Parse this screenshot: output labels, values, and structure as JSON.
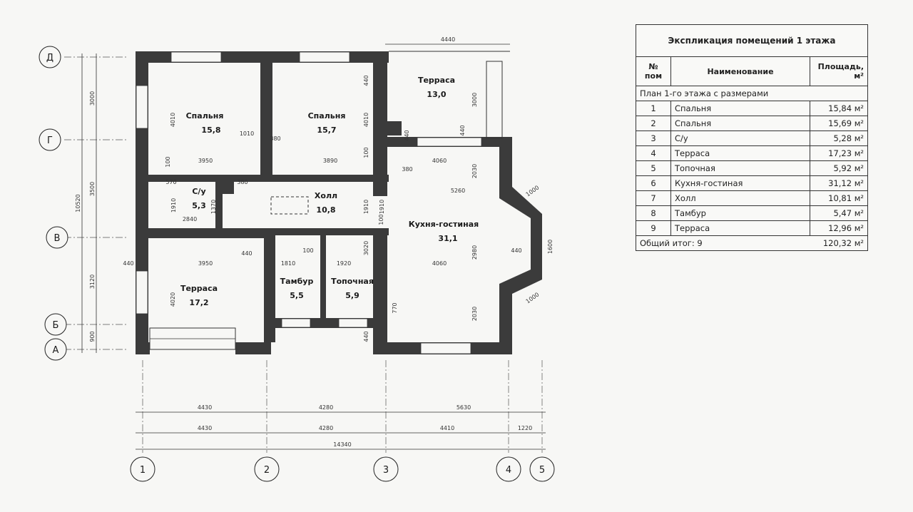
{
  "explication": {
    "title": "Экспликация помещений 1 этажа",
    "col_num": "№ пом",
    "col_name": "Наименование",
    "col_area": "Площадь, м²",
    "subtitle": "План 1-го этажа с размерами",
    "rows": [
      {
        "num": "1",
        "name": "Спальня",
        "area": "15,84 м²"
      },
      {
        "num": "2",
        "name": "Спальня",
        "area": "15,69 м²"
      },
      {
        "num": "3",
        "name": "С/у",
        "area": "5,28 м²"
      },
      {
        "num": "4",
        "name": "Терраса",
        "area": "17,23 м²"
      },
      {
        "num": "5",
        "name": "Топочная",
        "area": "5,92 м²"
      },
      {
        "num": "6",
        "name": "Кухня-гостиная",
        "area": "31,12 м²"
      },
      {
        "num": "7",
        "name": "Холл",
        "area": "10,81 м²"
      },
      {
        "num": "8",
        "name": "Тамбур",
        "area": "5,47 м²"
      },
      {
        "num": "9",
        "name": "Терраса",
        "area": "12,96 м²"
      }
    ],
    "total_label": "Общий итог: 9",
    "total_area": "120,32 м²"
  },
  "rooms": [
    {
      "name": "Спальня",
      "area": "15,8"
    },
    {
      "name": "Спальня",
      "area": "15,7"
    },
    {
      "name": "Терраса",
      "area": "13,0"
    },
    {
      "name": "С/у",
      "area": "5,3"
    },
    {
      "name": "Холл",
      "area": "10,8"
    },
    {
      "name": "Кухня-гостиная",
      "area": "31,1"
    },
    {
      "name": "Терраса",
      "area": "17,2"
    },
    {
      "name": "Тамбур",
      "area": "5,5"
    },
    {
      "name": "Топочная",
      "area": "5,9"
    }
  ],
  "axes": {
    "rows": [
      "Д",
      "Г",
      "В",
      "Б",
      "А"
    ],
    "cols": [
      "1",
      "2",
      "3",
      "4",
      "5"
    ]
  },
  "dimensions": {
    "bottom_row1": [
      "4430",
      "4280",
      "5630"
    ],
    "bottom_row2": [
      "4430",
      "4280",
      "4410",
      "1220"
    ],
    "bottom_total": "14340",
    "left_row1": [
      "3000",
      "3500",
      "3120",
      "900"
    ],
    "left_total": "10520",
    "top": "4440",
    "interior": [
      "4010",
      "1010",
      "4010",
      "3950",
      "380",
      "3890",
      "100",
      "440",
      "100",
      "570",
      "1910",
      "1370",
      "2840",
      "380",
      "1910",
      "100",
      "5260",
      "2030",
      "1600",
      "440",
      "4060",
      "380",
      "2980",
      "3020",
      "1810",
      "1920",
      "100",
      "440",
      "3950",
      "4020",
      "440",
      "770",
      "1000",
      "1000",
      "2030",
      "4060",
      "440",
      "3000",
      "440",
      "440",
      "1910"
    ]
  },
  "colors": {
    "wall": "#3a3a3a",
    "line": "#222222"
  }
}
